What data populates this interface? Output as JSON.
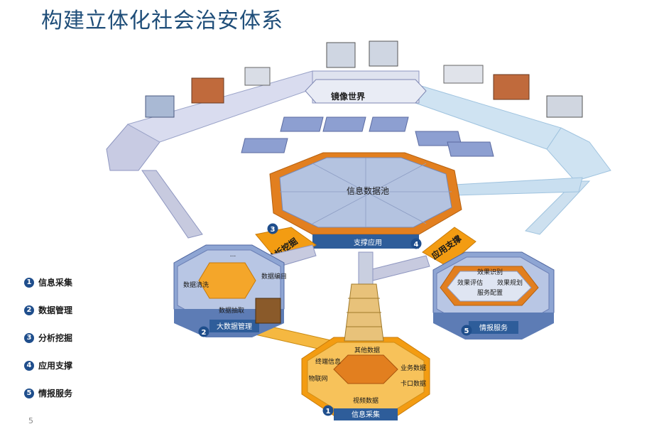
{
  "title": "构建立体化社会治安体系",
  "legend": [
    {
      "num": "1",
      "label": "信息采集"
    },
    {
      "num": "2",
      "label": "数据管理"
    },
    {
      "num": "3",
      "label": "分析挖掘"
    },
    {
      "num": "4",
      "label": "应用支撑"
    },
    {
      "num": "5",
      "label": "情报服务"
    }
  ],
  "page_number": "5",
  "diagram": {
    "mirror_world": "镜像世界",
    "data_pool": "信息数据池",
    "support_app": "支撑应用",
    "analysis": {
      "num": "3",
      "label": "分析挖掘"
    },
    "app_support": {
      "num": "4",
      "label": "应用支撑"
    },
    "bigdata": {
      "num": "2",
      "label": "大数据管理",
      "cleaning": "数据清洗",
      "extract": "数据抽取",
      "catalog": "数据编目",
      "dots": "..."
    },
    "intel": {
      "num": "5",
      "label": "情报服务",
      "recognition": "效果识别",
      "evaluation": "效果评估",
      "planning": "效果规划",
      "config": "服务配置"
    },
    "collection": {
      "num": "1",
      "label": "信息采集",
      "other": "其他数据",
      "terminal": "终端信息",
      "business": "业务数据",
      "iot": "物联网",
      "checkpoint": "卡口数据",
      "video": "视频数据"
    }
  },
  "colors": {
    "title": "#1f4e79",
    "badge": "#1f4e8c",
    "orange": "#f39c12",
    "blue_platform": "#8fa9d1",
    "ring_orange": "#e8811a"
  }
}
